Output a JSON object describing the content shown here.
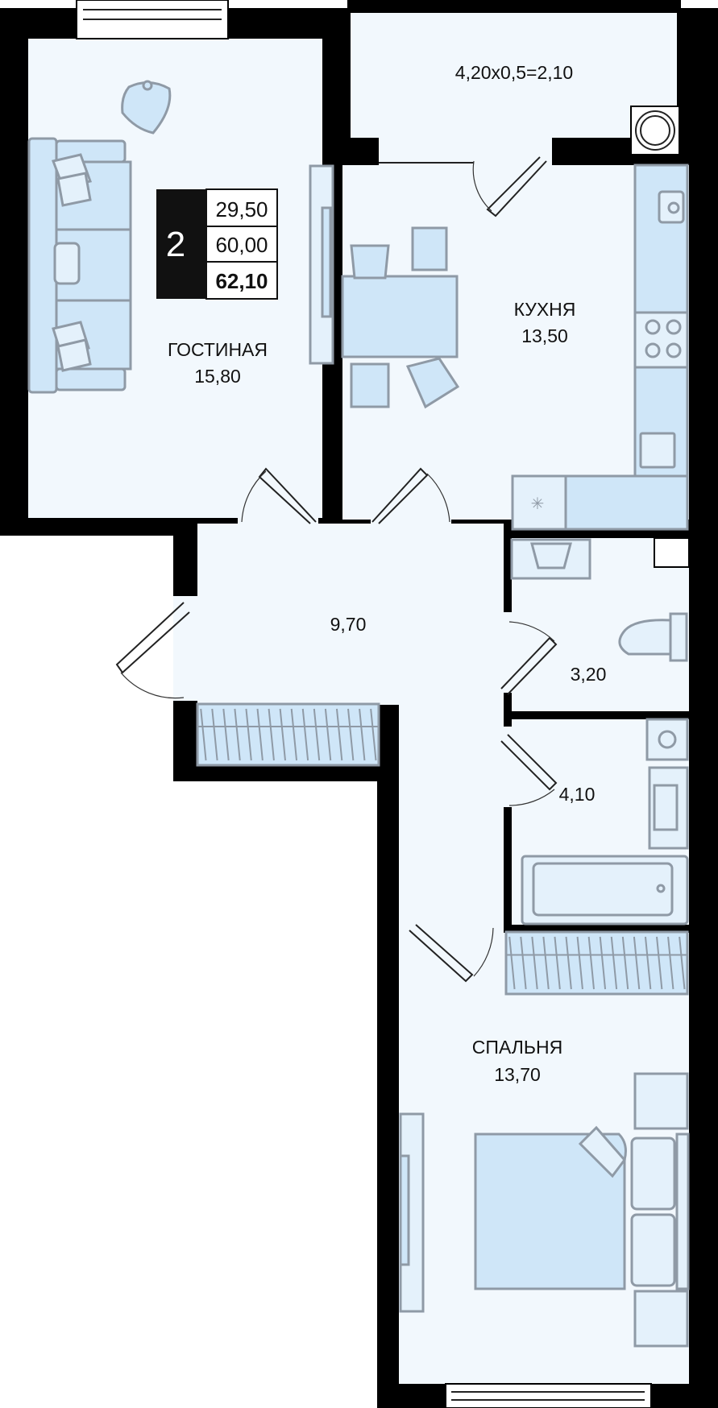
{
  "apartment": {
    "rooms_count": "2",
    "living_area": "29,50",
    "total_area": "60,00",
    "total_area_with_balcony": "62,10"
  },
  "rooms": {
    "living_room": {
      "name": "ГОСТИНАЯ",
      "area": "15,80"
    },
    "kitchen": {
      "name": "КУХНЯ",
      "area": "13,50"
    },
    "hall": {
      "area": "9,70"
    },
    "toilet": {
      "area": "3,20"
    },
    "bathroom": {
      "area": "4,10"
    },
    "bedroom": {
      "name": "СПАЛЬНЯ",
      "area": "13,70"
    },
    "balcony": {
      "formula": "4,20x0,5=2,10"
    }
  },
  "colors": {
    "wall": "#000000",
    "floor": "#f2f8fd",
    "furniture": "#cfe6f8",
    "outline": "#8f9aa6"
  }
}
